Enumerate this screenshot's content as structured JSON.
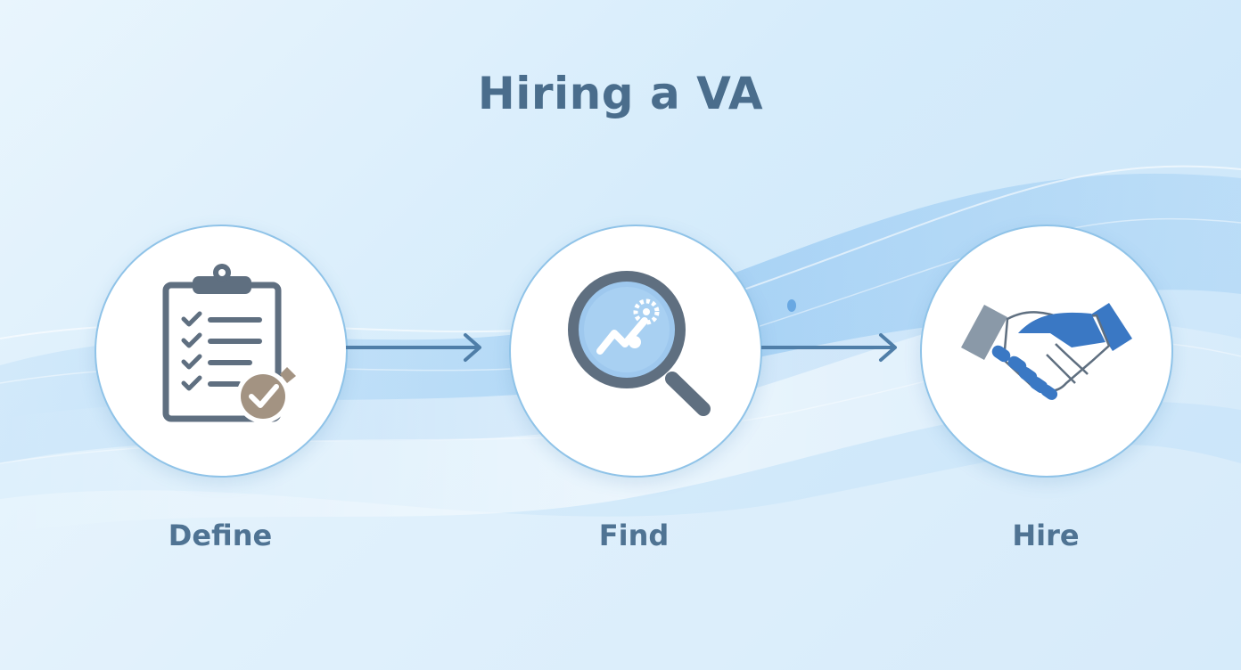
{
  "title": "Hiring a VA",
  "colors": {
    "background": "#d6ecfb",
    "title_text": "#4a6d8c",
    "label_text": "#4f7393",
    "arrow": "#4f7ea8",
    "icon_dark": "#5f6f80",
    "icon_blue": "#3a78c4",
    "icon_tan": "#a39382"
  },
  "steps": [
    {
      "label": "Define",
      "icon": "clipboard-checklist-icon"
    },
    {
      "label": "Find",
      "icon": "magnifier-icon"
    },
    {
      "label": "Hire",
      "icon": "handshake-icon"
    }
  ]
}
